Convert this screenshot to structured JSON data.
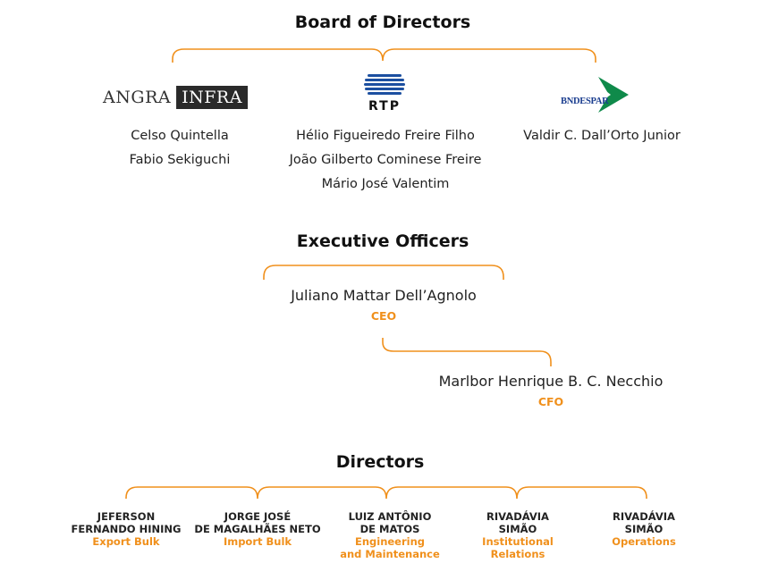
{
  "colors": {
    "accent": "#f0901c",
    "text": "#222222",
    "bndes_green": "#0f8a4a",
    "bndes_blue": "#1a3d8f",
    "rtp_blue": "#1c4fa0"
  },
  "board": {
    "heading": "Board of Directors",
    "groups": [
      {
        "logo": {
          "part1": "ANGRA",
          "part2": "INFRA"
        },
        "members": [
          "Celso Quintella",
          "Fabio Sekiguchi"
        ]
      },
      {
        "logo": {
          "text": "RTP"
        },
        "members": [
          "Hélio Figueiredo Freire Filho",
          "João Gilberto Cominese Freire",
          "Mário José Valentim"
        ]
      },
      {
        "logo": {
          "text": "BNDESPAR"
        },
        "members": [
          "Valdir C. Dall’Orto Junior"
        ]
      }
    ]
  },
  "executive": {
    "heading": "Executive Officers",
    "officers": [
      {
        "name": "Juliano Mattar Dell’Agnolo",
        "role": "CEO"
      },
      {
        "name": "Marlbor Henrique B. C. Necchio",
        "role": "CFO"
      }
    ]
  },
  "directors": {
    "heading": "Directors",
    "people": [
      {
        "name_line1": "JEFERSON",
        "name_line2": "FERNANDO HINING",
        "role_line1": "Export Bulk",
        "role_line2": ""
      },
      {
        "name_line1": "JORGE JOSÉ",
        "name_line2": "DE MAGALHÃES NETO",
        "role_line1": "Import Bulk",
        "role_line2": ""
      },
      {
        "name_line1": "LUIZ ANTÔNIO",
        "name_line2": "DE MATOS",
        "role_line1": "Engineering",
        "role_line2": "and Maintenance"
      },
      {
        "name_line1": "RIVADÁVIA",
        "name_line2": "SIMÃO",
        "role_line1": "Institutional",
        "role_line2": "Relations"
      },
      {
        "name_line1": "RIVADÁVIA",
        "name_line2": "SIMÃO",
        "role_line1": "Operations",
        "role_line2": ""
      }
    ]
  }
}
